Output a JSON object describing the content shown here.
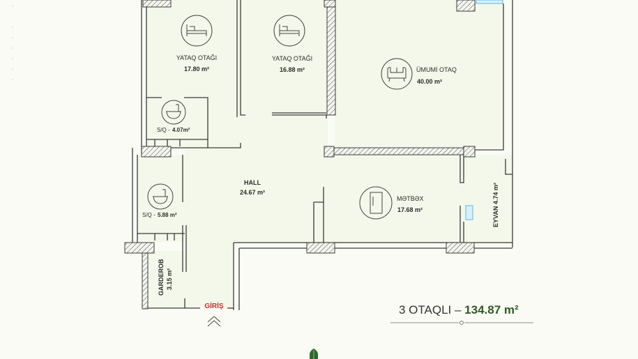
{
  "rooms": {
    "bedroom1": {
      "name": "YATAQ OTAĞI",
      "area": "17.80 m²",
      "icon": "bed-icon"
    },
    "bedroom2": {
      "name": "YATAQ OTAĞI",
      "area": "16.88 m²",
      "icon": "bed-icon"
    },
    "living": {
      "name": "ÜMUMİ OTAQ",
      "area": "40.00 m²",
      "icon": "sofa-icon"
    },
    "bath1": {
      "name": "S/Q - ",
      "area": "4.07m²",
      "icon": "bathtub-icon"
    },
    "bath2": {
      "name": "S/Q - ",
      "area": "5.88 m²",
      "icon": "bathtub-icon"
    },
    "hall": {
      "name": "HALL",
      "area": "24.67 m²"
    },
    "kitchen": {
      "name": "MƏTBƏX",
      "area": "17.68 m²",
      "icon": "fridge-icon"
    },
    "balcony": {
      "label": "EYVAN 4.74 m²"
    },
    "wardrobe": {
      "name": "GARDEROB",
      "area": "3.15 m²"
    }
  },
  "entrance": {
    "label": "GİRİŞ",
    "icon": "double-chevron-up-icon"
  },
  "summary": {
    "rooms_label": "3 OTAQLI – ",
    "total_area": "134.87 m²"
  },
  "colors": {
    "room_fill": "#f3f8ea",
    "accent_green": "#2f5a25",
    "entrance_red": "#d23030",
    "window_blue": "#5ab9e0"
  }
}
